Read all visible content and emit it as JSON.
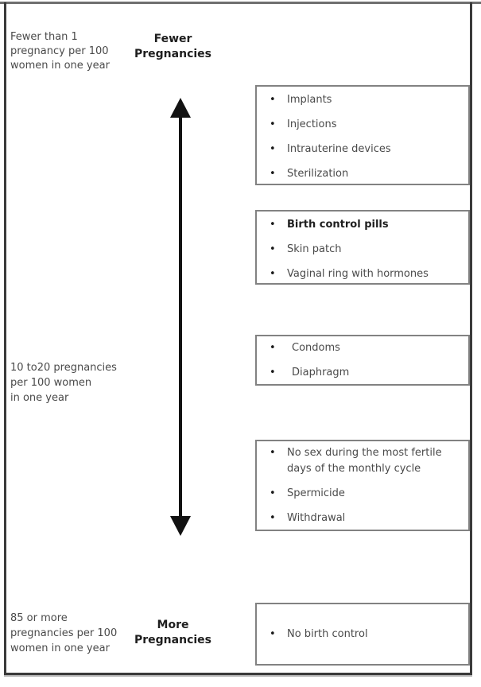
{
  "colors": {
    "frame_border": "#3a3a3a",
    "box_border": "#828282",
    "body_text": "#4a4a4a",
    "emphasis_text": "#1e1e1e",
    "arrow": "#121212"
  },
  "bullet_glyph": "•",
  "scale": {
    "top_label": {
      "line1": "Fewer than 1",
      "line2": "pregnancy per 100",
      "line3": "women in one year"
    },
    "top_heading": {
      "line1": "Fewer",
      "line2": "Pregnancies"
    },
    "middle_label": {
      "line1": "10 to20 pregnancies",
      "line2": "per 100 women",
      "line3": "in one year"
    },
    "bottom_label": {
      "line1": "85 or more",
      "line2": "pregnancies per 100",
      "line3": "women in one year"
    },
    "bottom_heading": {
      "line1": "More",
      "line2": "Pregnancies"
    }
  },
  "method_boxes": [
    {
      "items": [
        {
          "text": "Implants"
        },
        {
          "text": "Injections"
        },
        {
          "text": "Intrauterine devices"
        },
        {
          "text": "Sterilization"
        }
      ]
    },
    {
      "items": [
        {
          "text": "Birth control pills"
        },
        {
          "text": "Skin patch"
        },
        {
          "text": "Vaginal ring with hormones"
        }
      ]
    },
    {
      "items": [
        {
          "text": "Condoms"
        },
        {
          "text": "Diaphragm"
        }
      ]
    },
    {
      "items": [
        {
          "text": "No sex during the most fertile\ndays of the monthly cycle"
        },
        {
          "text": "Spermicide"
        },
        {
          "text": "Withdrawal"
        }
      ]
    },
    {
      "items": [
        {
          "text": "No birth control"
        }
      ]
    }
  ]
}
